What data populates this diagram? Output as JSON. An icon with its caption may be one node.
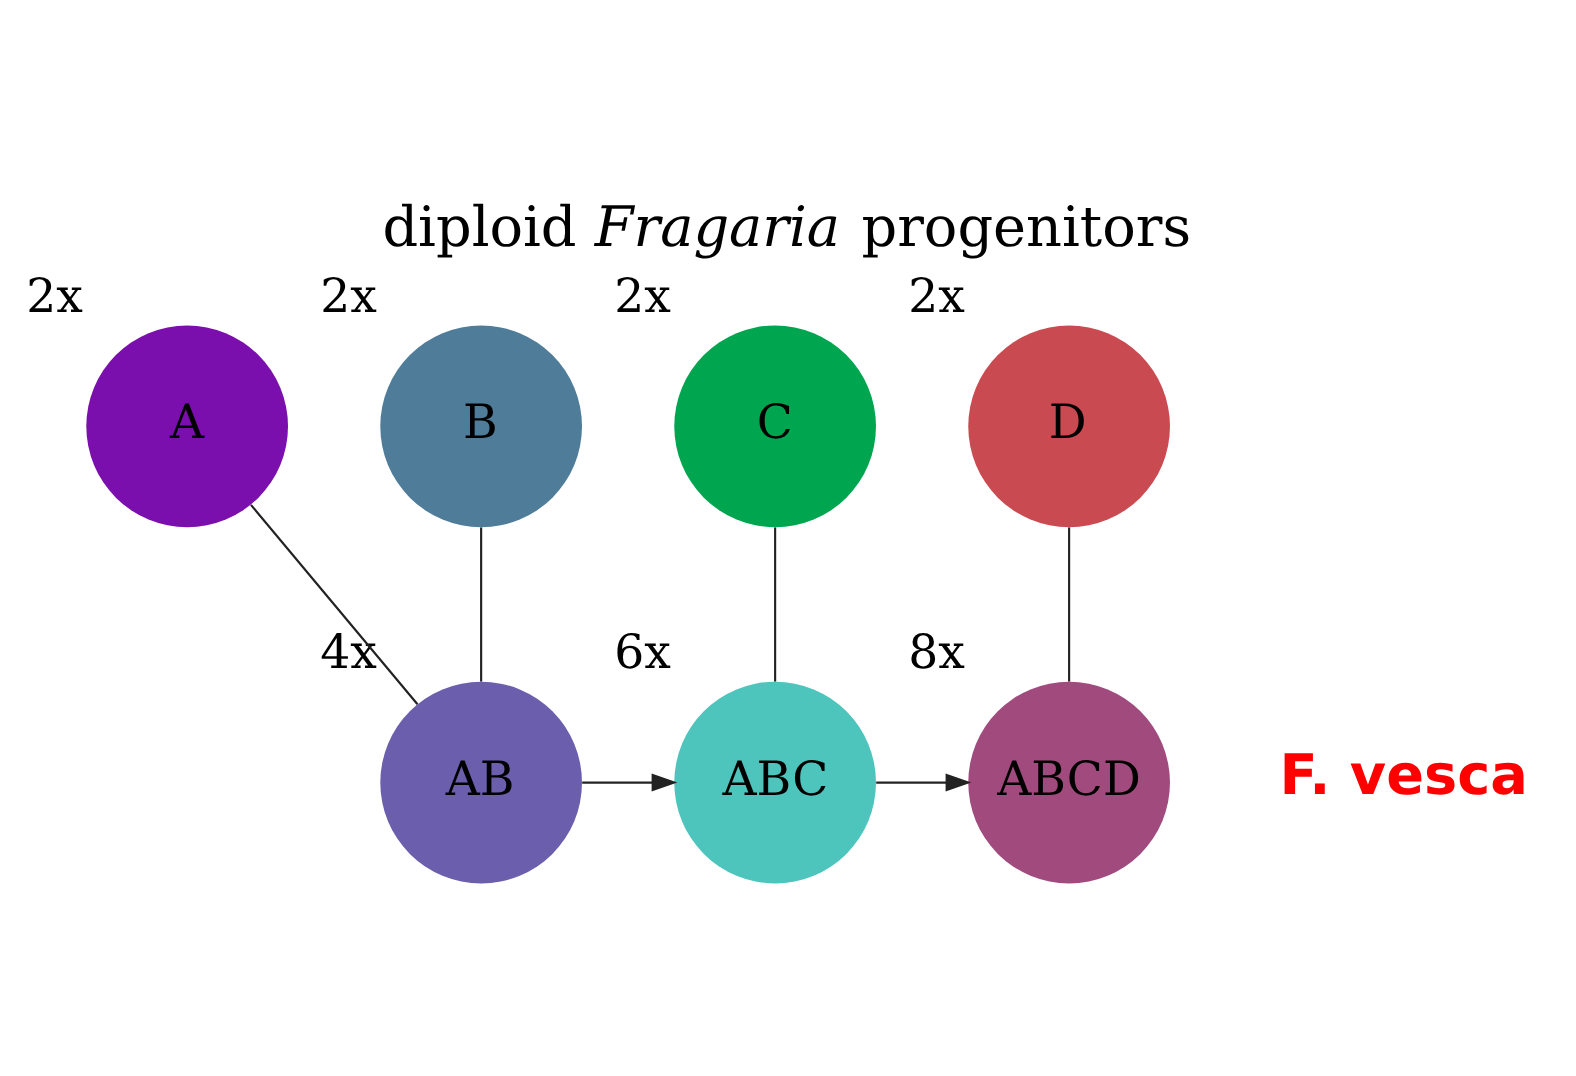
{
  "diagram": {
    "title": "diploid *Fragaria* progenitors",
    "nodes": [
      {
        "text": [
          "A"
        ],
        "beside": [
          "2x"
        ]
      },
      {
        "text": [
          "B"
        ],
        "beside": [
          "2x"
        ]
      },
      {
        "text": [
          "C"
        ],
        "beside": [
          "2x"
        ]
      },
      {
        "text": [
          "D"
        ],
        "beside": [
          "2x"
        ]
      },
      {
        "text": [
          "AB"
        ],
        "beside": [
          "4x"
        ]
      },
      {
        "text": [
          "ABC"
        ],
        "beside": [
          "6x"
        ]
      },
      {
        "text": [
          "ABCD"
        ],
        "beside": [
          "8x"
        ]
      }
    ],
    "edges": [
      {
        "from": 0,
        "to": 4,
        "arrow": "none"
      },
      {
        "from": 1,
        "to": 4,
        "arrow": "none"
      },
      {
        "from": 2,
        "to": 5,
        "arrow": "none"
      },
      {
        "from": 3,
        "to": 6,
        "arrow": "none"
      },
      {
        "from": 4,
        "to": 5,
        "arrow": "to"
      },
      {
        "from": 5,
        "to": 6,
        "arrow": "to"
      }
    ],
    "labels": [
      "F. vesca"
    ]
  }
}
